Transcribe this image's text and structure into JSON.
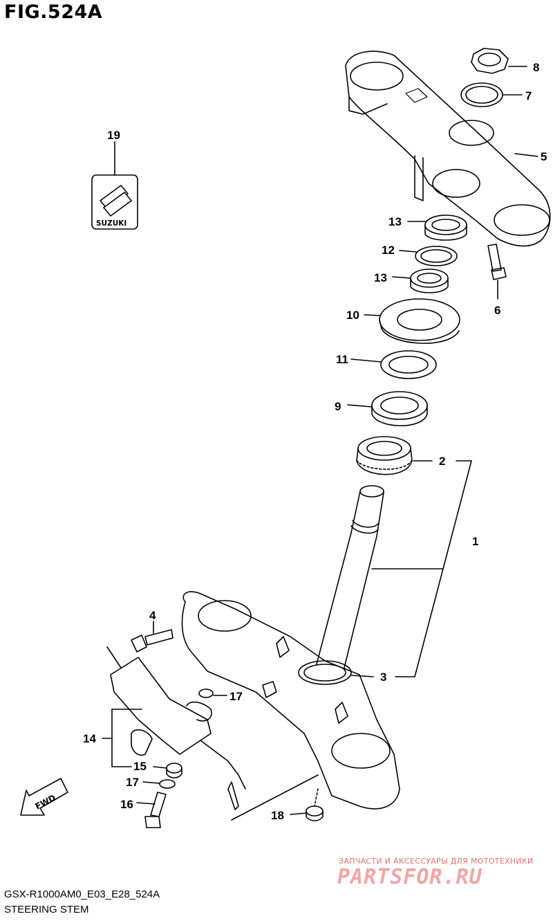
{
  "figure": {
    "title": "FIG.524A"
  },
  "footer": {
    "model_code": "GSX-R1000AM0_E03_E28_524A",
    "section_name": "STEERING STEM"
  },
  "emblem": {
    "text": "SUZUKI"
  },
  "direction": {
    "label": "FWD"
  },
  "callouts": {
    "p1": "1",
    "p2": "2",
    "p3": "3",
    "p4": "4",
    "p5": "5",
    "p6": "6",
    "p7": "7",
    "p8": "8",
    "p9": "9",
    "p10": "10",
    "p11": "11",
    "p12": "12",
    "p13a": "13",
    "p13b": "13",
    "p14": "14",
    "p15": "15",
    "p16": "16",
    "p17a": "17",
    "p17b": "17",
    "p18": "18",
    "p19": "19"
  },
  "watermark": {
    "tagline": "ЗАПЧАСТИ И АКСЕССУАРЫ ДЛЯ МОТОТЕХНИКИ",
    "logo": "PARTSFOR.RU"
  }
}
